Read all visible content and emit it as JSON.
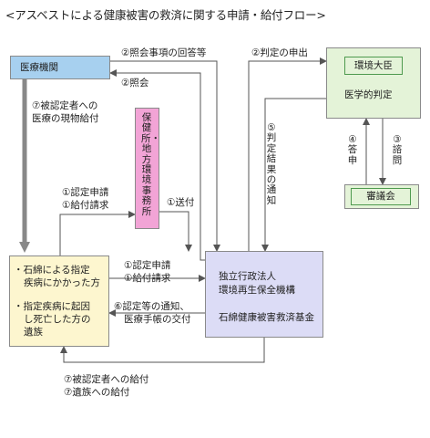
{
  "title": "<アスベストによる健康被害の救済に関する申請・給付フロー>",
  "boxes": {
    "medical_institution": "医療機関",
    "prefecture_office": "保健所・地方環境事務所",
    "victims": [
      "・石綿による指定",
      "疾病にかかった方",
      "・指定疾病に起因",
      "し死亡した方の",
      "遺族"
    ],
    "agency": [
      "独立行政法人",
      "環境再生保全機構",
      "石綿健康被害救済基金"
    ],
    "environment_minister": "環境大臣",
    "medical_judgment": "医学的判定",
    "council": "審議会"
  },
  "labels": {
    "inquiry_answer": "②照会事項の回答等",
    "inquiry": "②照会",
    "judgment_request": "②判定の申出",
    "in_kind_benefit": [
      "⑦被認定者への",
      "医療の現物給付"
    ],
    "application_to_office": [
      "①認定申請",
      "①給付請求"
    ],
    "forwarding": "①送付",
    "application_to_agency": [
      "①認定申請",
      "①給付請求"
    ],
    "notification": [
      "⑥認定等の通知、",
      "医療手帳の交付"
    ],
    "judgment_result": "⑤判定結果の通知",
    "report": "④答申",
    "consultation": "③諮問",
    "benefits": [
      "⑦被認定者への給付",
      "⑦遺族への給付"
    ]
  },
  "colors": {
    "medical_box": "#a7d0ef",
    "office_box": "#f2a4d6",
    "victims_box": "#fdf6cf",
    "agency_box": "#dcdcf6",
    "ministry_box": "#e4f3d8",
    "line": "#555555",
    "thick_arrow": "#888888"
  }
}
